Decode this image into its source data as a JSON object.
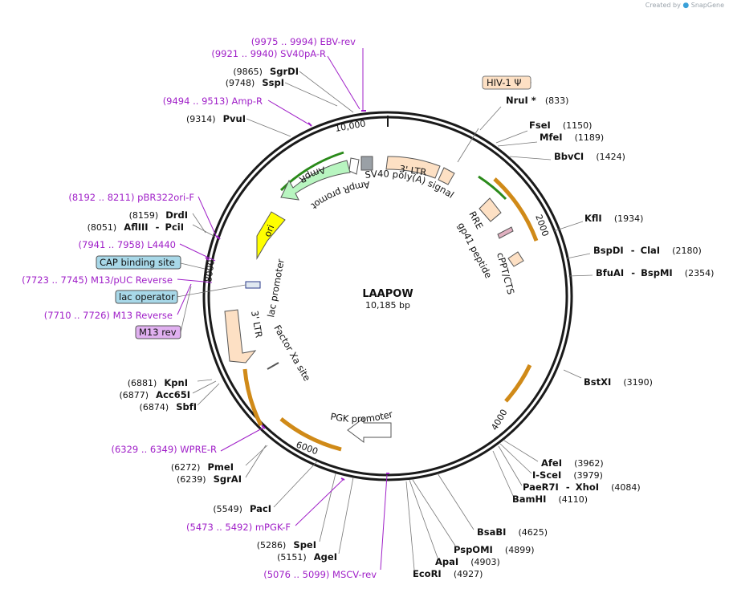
{
  "brand": {
    "prefix": "Created by",
    "name": "SnapGene"
  },
  "plasmid": {
    "name": "LAAPOW",
    "size_label": "10,185 bp"
  },
  "ticks": [
    "10,000",
    "2000",
    "4000",
    "6000",
    "8000"
  ],
  "sites": [
    {
      "name": "SgrDI",
      "pos": "(9865)"
    },
    {
      "name": "SspI",
      "pos": "(9748)"
    },
    {
      "name": "PvuI",
      "pos": "(9314)"
    },
    {
      "name": "NruI *",
      "pos": "(833)"
    },
    {
      "name": "FseI",
      "pos": "(1150)"
    },
    {
      "name": "MfeI",
      "pos": "(1189)"
    },
    {
      "name": "BbvCI",
      "pos": "(1424)"
    },
    {
      "name": "KflI",
      "pos": "(1934)"
    },
    {
      "name": "BspDI",
      "sep": "-",
      "name2": "ClaI",
      "pos": "(2180)"
    },
    {
      "name": "BfuAI",
      "sep": "-",
      "name2": "BspMI",
      "pos": "(2354)"
    },
    {
      "name": "BstXI",
      "pos": "(3190)"
    },
    {
      "name": "AfeI",
      "pos": "(3962)"
    },
    {
      "name": "I-SceI",
      "pos": "(3979)"
    },
    {
      "name": "PaeR7I",
      "sep": "-",
      "name2": "XhoI",
      "pos": "(4084)"
    },
    {
      "name": "BamHI",
      "pos": "(4110)"
    },
    {
      "name": "BsaBI",
      "pos": "(4625)"
    },
    {
      "name": "PspOMI",
      "pos": "(4899)"
    },
    {
      "name": "ApaI",
      "pos": "(4903)"
    },
    {
      "name": "EcoRI",
      "pos": "(4927)"
    },
    {
      "name": "AgeI",
      "pos": "(5151)"
    },
    {
      "name": "SpeI",
      "pos": "(5286)"
    },
    {
      "name": "PacI",
      "pos": "(5549)"
    },
    {
      "name": "SgrAI",
      "pos": "(6239)"
    },
    {
      "name": "PmeI",
      "pos": "(6272)"
    },
    {
      "name": "SbfI",
      "pos": "(6874)"
    },
    {
      "name": "Acc65I",
      "pos": "(6877)"
    },
    {
      "name": "KpnI",
      "pos": "(6881)"
    },
    {
      "name": "AflIII",
      "sep": "-",
      "name2": "PciI",
      "pos": "(8051)"
    },
    {
      "name": "DrdI",
      "pos": "(8159)"
    }
  ],
  "primers": [
    {
      "range": "(9975 .. 9994)",
      "name": "EBV-rev"
    },
    {
      "range": "(9921 .. 9940)",
      "name": "SV40pA-R"
    },
    {
      "range": "(9494 .. 9513)",
      "name": "Amp-R"
    },
    {
      "range": "(8192 .. 8211)",
      "name": "pBR322ori-F"
    },
    {
      "range": "(7941 .. 7958)",
      "name": "L4440"
    },
    {
      "range": "(7723 .. 7745)",
      "name": "M13/pUC Reverse"
    },
    {
      "range": "(7710 .. 7726)",
      "name": "M13 Reverse"
    },
    {
      "range": "(6329 .. 6349)",
      "name": "WPRE-R"
    },
    {
      "range": "(5473 .. 5492)",
      "name": "mPGK-F"
    },
    {
      "range": "(5076 .. 5099)",
      "name": "MSCV-rev"
    }
  ],
  "boxed_labels": [
    {
      "text": "HIV-1 Ψ"
    },
    {
      "text": "CAP binding site"
    },
    {
      "text": "lac operator"
    },
    {
      "text": "M13 rev"
    }
  ],
  "features": {
    "ltr3_top": "3' LTR",
    "sv40": "SV40 poly(A) signal",
    "ampr": "AmpR",
    "ampr_promoter": "AmpR promoter",
    "ori": "ori",
    "rre": "RRE",
    "gp41": "gp41 peptide",
    "cppt": "cPPT/CTS",
    "lac_promoter": "lac promoter",
    "ltr3_left": "3' LTR",
    "factor_xa": "Factor Xa site",
    "pgk": "PGK promoter"
  },
  "colors": {
    "backbone": "#1a1a1a",
    "primer": "#a020c8",
    "misc_feature": "#fde0c4",
    "ori": "#ffff00",
    "ampr": "#b8f5c0",
    "orange_arc": "#d08a18",
    "green_arc": "#2a8a1a",
    "cap_box": "#a8d8e8",
    "m13_box": "#e0b0f0"
  }
}
